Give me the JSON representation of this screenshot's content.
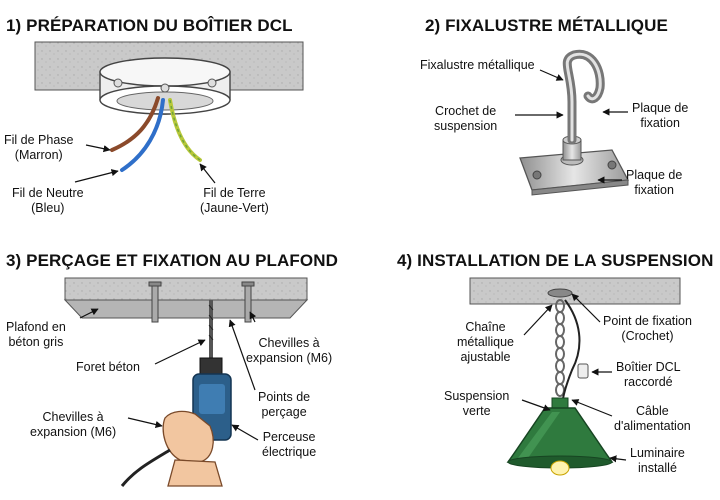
{
  "panel1": {
    "title": "1) PRÉPARATION DU BOÎTIER DCL",
    "phase": [
      "Fil de Phase",
      "(Marron)"
    ],
    "neutre": [
      "Fil de Neutre",
      "(Bleu)"
    ],
    "terre": [
      "Fil de Terre",
      "(Jaune-Vert)"
    ]
  },
  "panel2": {
    "title": "2) FIXALUSTRE MÉTALLIQUE",
    "fixalustre": "Fixalustre métallique",
    "crochet": [
      "Crochet de",
      "suspension"
    ],
    "plaque_top": [
      "Plaque de",
      "fixation"
    ],
    "plaque_bottom": [
      "Plaque de",
      "fixation"
    ]
  },
  "panel3": {
    "title": "3) PERÇAGE ET FIXATION AU PLAFOND",
    "plafond": [
      "Plafond en",
      "béton gris"
    ],
    "foret": "Foret béton",
    "chevilles_right": [
      "Chevilles à",
      "expansion (M6)"
    ],
    "points": [
      "Points de",
      "perçage"
    ],
    "chevilles_left": [
      "Chevilles à",
      "expansion (M6)"
    ],
    "perceuse": [
      "Perceuse",
      "électrique"
    ]
  },
  "panel4": {
    "title": "4) INSTALLATION DE LA SUSPENSION",
    "chaine": [
      "Chaîne",
      "métallique",
      "ajustable"
    ],
    "point_fixation": [
      "Point de fixation",
      "(Crochet)"
    ],
    "boitier": [
      "Boîtier DCL",
      "raccordé"
    ],
    "suspension": [
      "Suspension",
      "verte"
    ],
    "cable": [
      "Câble",
      "d'alimentation"
    ],
    "luminaire": [
      "Luminaire",
      "installé"
    ]
  },
  "colors": {
    "concrete": "#c9c9c9",
    "wire_brown": "#8b4a2b",
    "wire_blue": "#2f6fc9",
    "wire_green": "#b7c83a",
    "drill_blue": "#2c5f8a",
    "lamp_green": "#2f7a3e"
  }
}
